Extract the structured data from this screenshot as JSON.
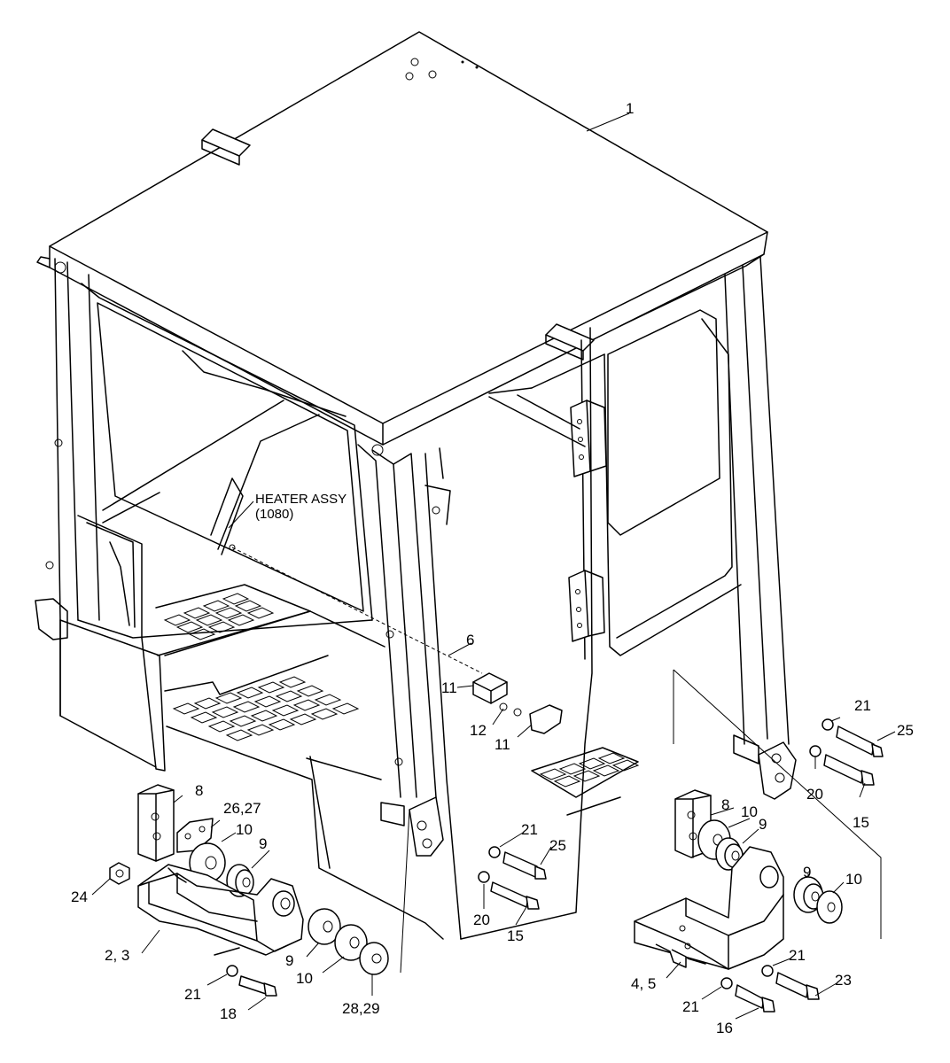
{
  "callouts": {
    "heater_assy": "HEATER ASSY",
    "heater_ref": "(1080)",
    "p1": "1",
    "p6": "6",
    "p11a": "11",
    "p12": "12",
    "p11b": "11",
    "p21_rr": "21",
    "p25_rr": "25",
    "p20_rr": "20",
    "p15_rr": "15",
    "p8_l": "8",
    "p26_27": "26,27",
    "p10_l": "10",
    "p9_l": "9",
    "p24": "24",
    "p2_3": "2, 3",
    "p9_l2": "9",
    "p10_l2": "10",
    "p28_29": "28,29",
    "p21_l": "21",
    "p18": "18",
    "p21_c": "21",
    "p25_c": "25",
    "p20_c": "20",
    "p15_c": "15",
    "p8_r": "8",
    "p10_r": "10",
    "p9_r": "9",
    "p9_r2": "9",
    "p10_r2": "10",
    "p4_5": "4, 5",
    "p21_r1": "21",
    "p21_r2": "21",
    "p23": "23",
    "p16": "16"
  }
}
